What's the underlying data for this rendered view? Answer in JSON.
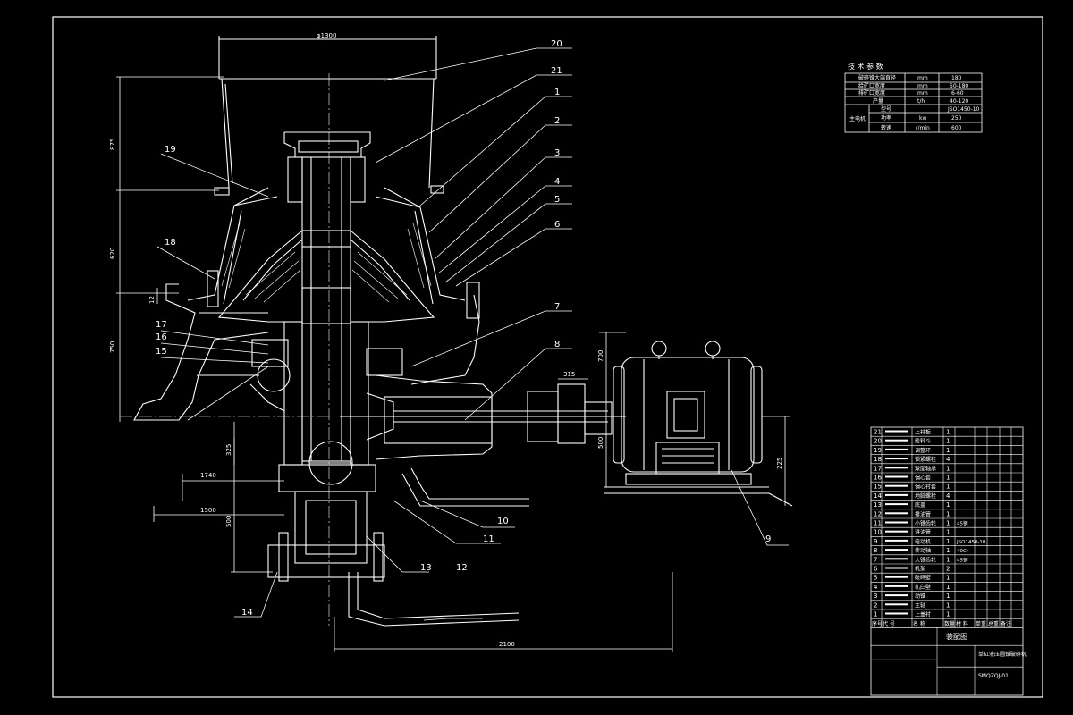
{
  "colors": {
    "background": "#000000",
    "line": "#ffffff",
    "accent": "#ffffff"
  },
  "callouts": [
    "20",
    "21",
    "1",
    "2",
    "3",
    "4",
    "5",
    "6",
    "7",
    "8",
    "9",
    "10",
    "11",
    "12",
    "13",
    "14",
    "15",
    "16",
    "17",
    "18",
    "19"
  ],
  "dimensions": {
    "top_width": "φ1300",
    "h_top": "875",
    "h_mid": "620",
    "h_small": "12",
    "h_lower": "750",
    "h_base": "325",
    "w_1740": "1740",
    "w_1500": "1500",
    "h_500": "500",
    "total_2100": "2100",
    "motor_700": "700",
    "motor_500": "500",
    "motor_225": "225",
    "shaft_315": "315"
  },
  "tech_params": {
    "title": "技 术 参 数",
    "rows": [
      {
        "name": "破碎锥大端直径",
        "unit": "mm",
        "value": "180"
      },
      {
        "name": "给矿口宽度",
        "unit": "mm",
        "value": "50-180"
      },
      {
        "name": "排矿口宽度",
        "unit": "mm",
        "value": "6-60"
      },
      {
        "name": "产量",
        "unit": "t/h",
        "value": "40-120"
      }
    ],
    "motor_label": "主电机",
    "motor_rows": [
      {
        "name": "型号",
        "unit": "",
        "value": "JSO1450-10"
      },
      {
        "name": "功率",
        "unit": "kw",
        "value": "250"
      },
      {
        "name": "转速",
        "unit": "r/min",
        "value": "600"
      }
    ]
  },
  "bom": {
    "rows": [
      {
        "no": "21",
        "name": "上衬板",
        "qty": "1",
        "note": ""
      },
      {
        "no": "20",
        "name": "给料斗",
        "qty": "1",
        "note": ""
      },
      {
        "no": "19",
        "name": "调整环",
        "qty": "1",
        "note": ""
      },
      {
        "no": "18",
        "name": "锁紧螺栓",
        "qty": "4",
        "note": ""
      },
      {
        "no": "17",
        "name": "球面轴承",
        "qty": "1",
        "note": ""
      },
      {
        "no": "16",
        "name": "偏心套",
        "qty": "1",
        "note": ""
      },
      {
        "no": "15",
        "name": "偏心衬套",
        "qty": "1",
        "note": ""
      },
      {
        "no": "14",
        "name": "地脚螺栓",
        "qty": "4",
        "note": ""
      },
      {
        "no": "13",
        "name": "底盖",
        "qty": "1",
        "note": ""
      },
      {
        "no": "12",
        "name": "排油管",
        "qty": "1",
        "note": ""
      },
      {
        "no": "11",
        "name": "小锥齿轮",
        "qty": "1",
        "note": "45钢"
      },
      {
        "no": "10",
        "name": "进油管",
        "qty": "1",
        "note": ""
      },
      {
        "no": "9",
        "name": "电动机",
        "qty": "1",
        "note": "JSO1450-10"
      },
      {
        "no": "8",
        "name": "传动轴",
        "qty": "1",
        "note": "40Cr"
      },
      {
        "no": "7",
        "name": "大锥齿轮",
        "qty": "1",
        "note": "45钢"
      },
      {
        "no": "6",
        "name": "机架",
        "qty": "2",
        "note": ""
      },
      {
        "no": "5",
        "name": "破碎壁",
        "qty": "1",
        "note": ""
      },
      {
        "no": "4",
        "name": "轧臼壁",
        "qty": "1",
        "note": ""
      },
      {
        "no": "3",
        "name": "动锥",
        "qty": "1",
        "note": ""
      },
      {
        "no": "2",
        "name": "主轴",
        "qty": "1",
        "note": ""
      },
      {
        "no": "1",
        "name": "上盖衬",
        "qty": "1",
        "note": ""
      }
    ],
    "header": [
      "序号",
      "代 号",
      "名 称",
      "数量",
      "材 料",
      "单重",
      "总重",
      "备注"
    ],
    "title": "装配图",
    "drawing_name": "单缸液压圆锥破碎机",
    "drawing_no": "SMQZQJ-01"
  }
}
